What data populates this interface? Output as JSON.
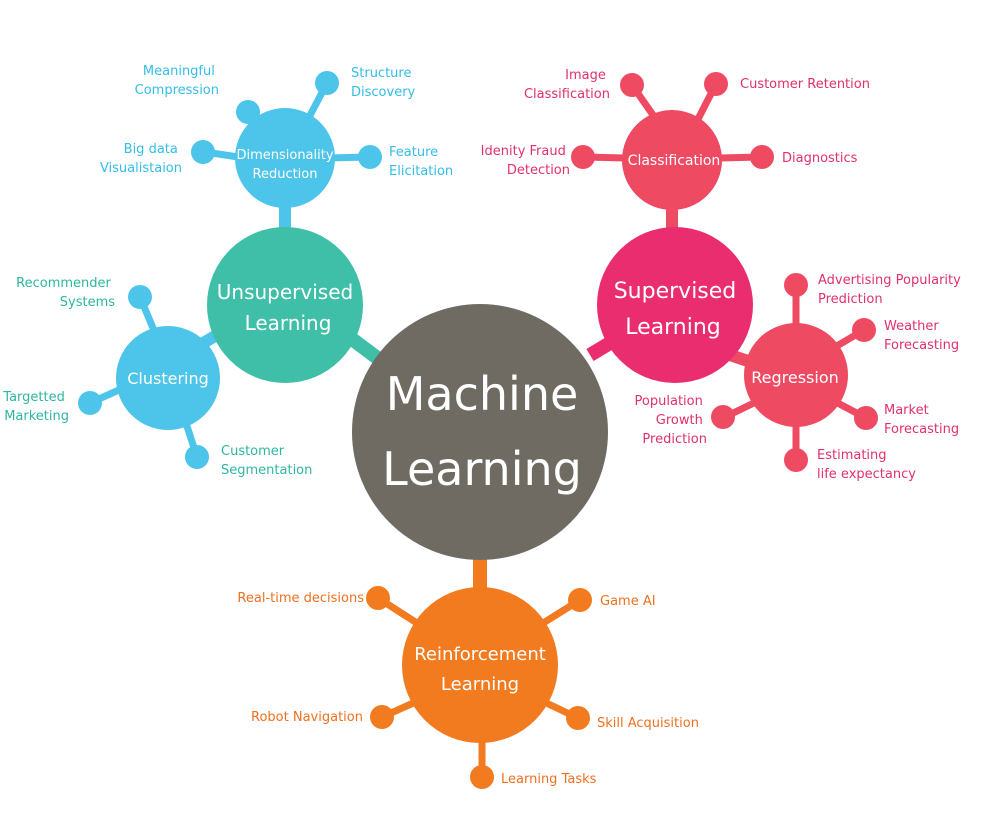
{
  "colors": {
    "center": "#6f6b62",
    "unsupervised": "#3fbfa8",
    "unsupervised_sub": "#4dc4ea",
    "unsupervised_text": "#2fb6a0",
    "unsupervised_sub_text": "#33bde7",
    "supervised": "#ea2d6e",
    "supervised_sub": "#ee4a62",
    "supervised_text": "#e0306d",
    "reinforcement": "#f27a1f",
    "reinforcement_text": "#ef7020"
  },
  "center": {
    "line1": "Machine",
    "line2": "Learning"
  },
  "unsupervised": {
    "line1": "Unsupervised",
    "line2": "Learning",
    "dimensionality": {
      "line1": "Dimensionality",
      "line2": "Reduction",
      "leaves": {
        "meaningful_compression": [
          "Meaningful",
          "Compression"
        ],
        "structure_discovery": [
          "Structure",
          "Discovery"
        ],
        "big_data_visualisation": [
          "Big data",
          "Visualistaion"
        ],
        "feature_elicitation": [
          "Feature",
          "Elicitation"
        ]
      }
    },
    "clustering": {
      "label": "Clustering",
      "leaves": {
        "recommender_systems": [
          "Recommender",
          "Systems"
        ],
        "targetted_marketing": [
          "Targetted",
          "Marketing"
        ],
        "customer_segmentation": [
          "Customer",
          "Segmentation"
        ]
      }
    }
  },
  "supervised": {
    "line1": "Supervised",
    "line2": "Learning",
    "classification": {
      "label": "Classification",
      "leaves": {
        "image_classification": [
          "Image",
          "Classification"
        ],
        "customer_retention": [
          "Customer Retention"
        ],
        "identity_fraud_detection": [
          "Idenity Fraud",
          "Detection"
        ],
        "diagnostics": [
          "Diagnostics"
        ]
      }
    },
    "regression": {
      "label": "Regression",
      "leaves": {
        "advertising_popularity": [
          "Advertising Popularity",
          "Prediction"
        ],
        "weather_forecasting": [
          "Weather",
          "Forecasting"
        ],
        "market_forecasting": [
          "Market",
          "Forecasting"
        ],
        "estimating_life": [
          "Estimating",
          "life expectancy"
        ],
        "population_growth": [
          "Population",
          "Growth",
          "Prediction"
        ]
      }
    }
  },
  "reinforcement": {
    "line1": "Reinforcement",
    "line2": "Learning",
    "leaves": {
      "real_time_decisions": [
        "Real-time decisions"
      ],
      "game_ai": [
        "Game AI"
      ],
      "robot_navigation": [
        "Robot Navigation"
      ],
      "skill_acquisition": [
        "Skill Acquisition"
      ],
      "learning_tasks": [
        "Learning Tasks"
      ]
    }
  }
}
